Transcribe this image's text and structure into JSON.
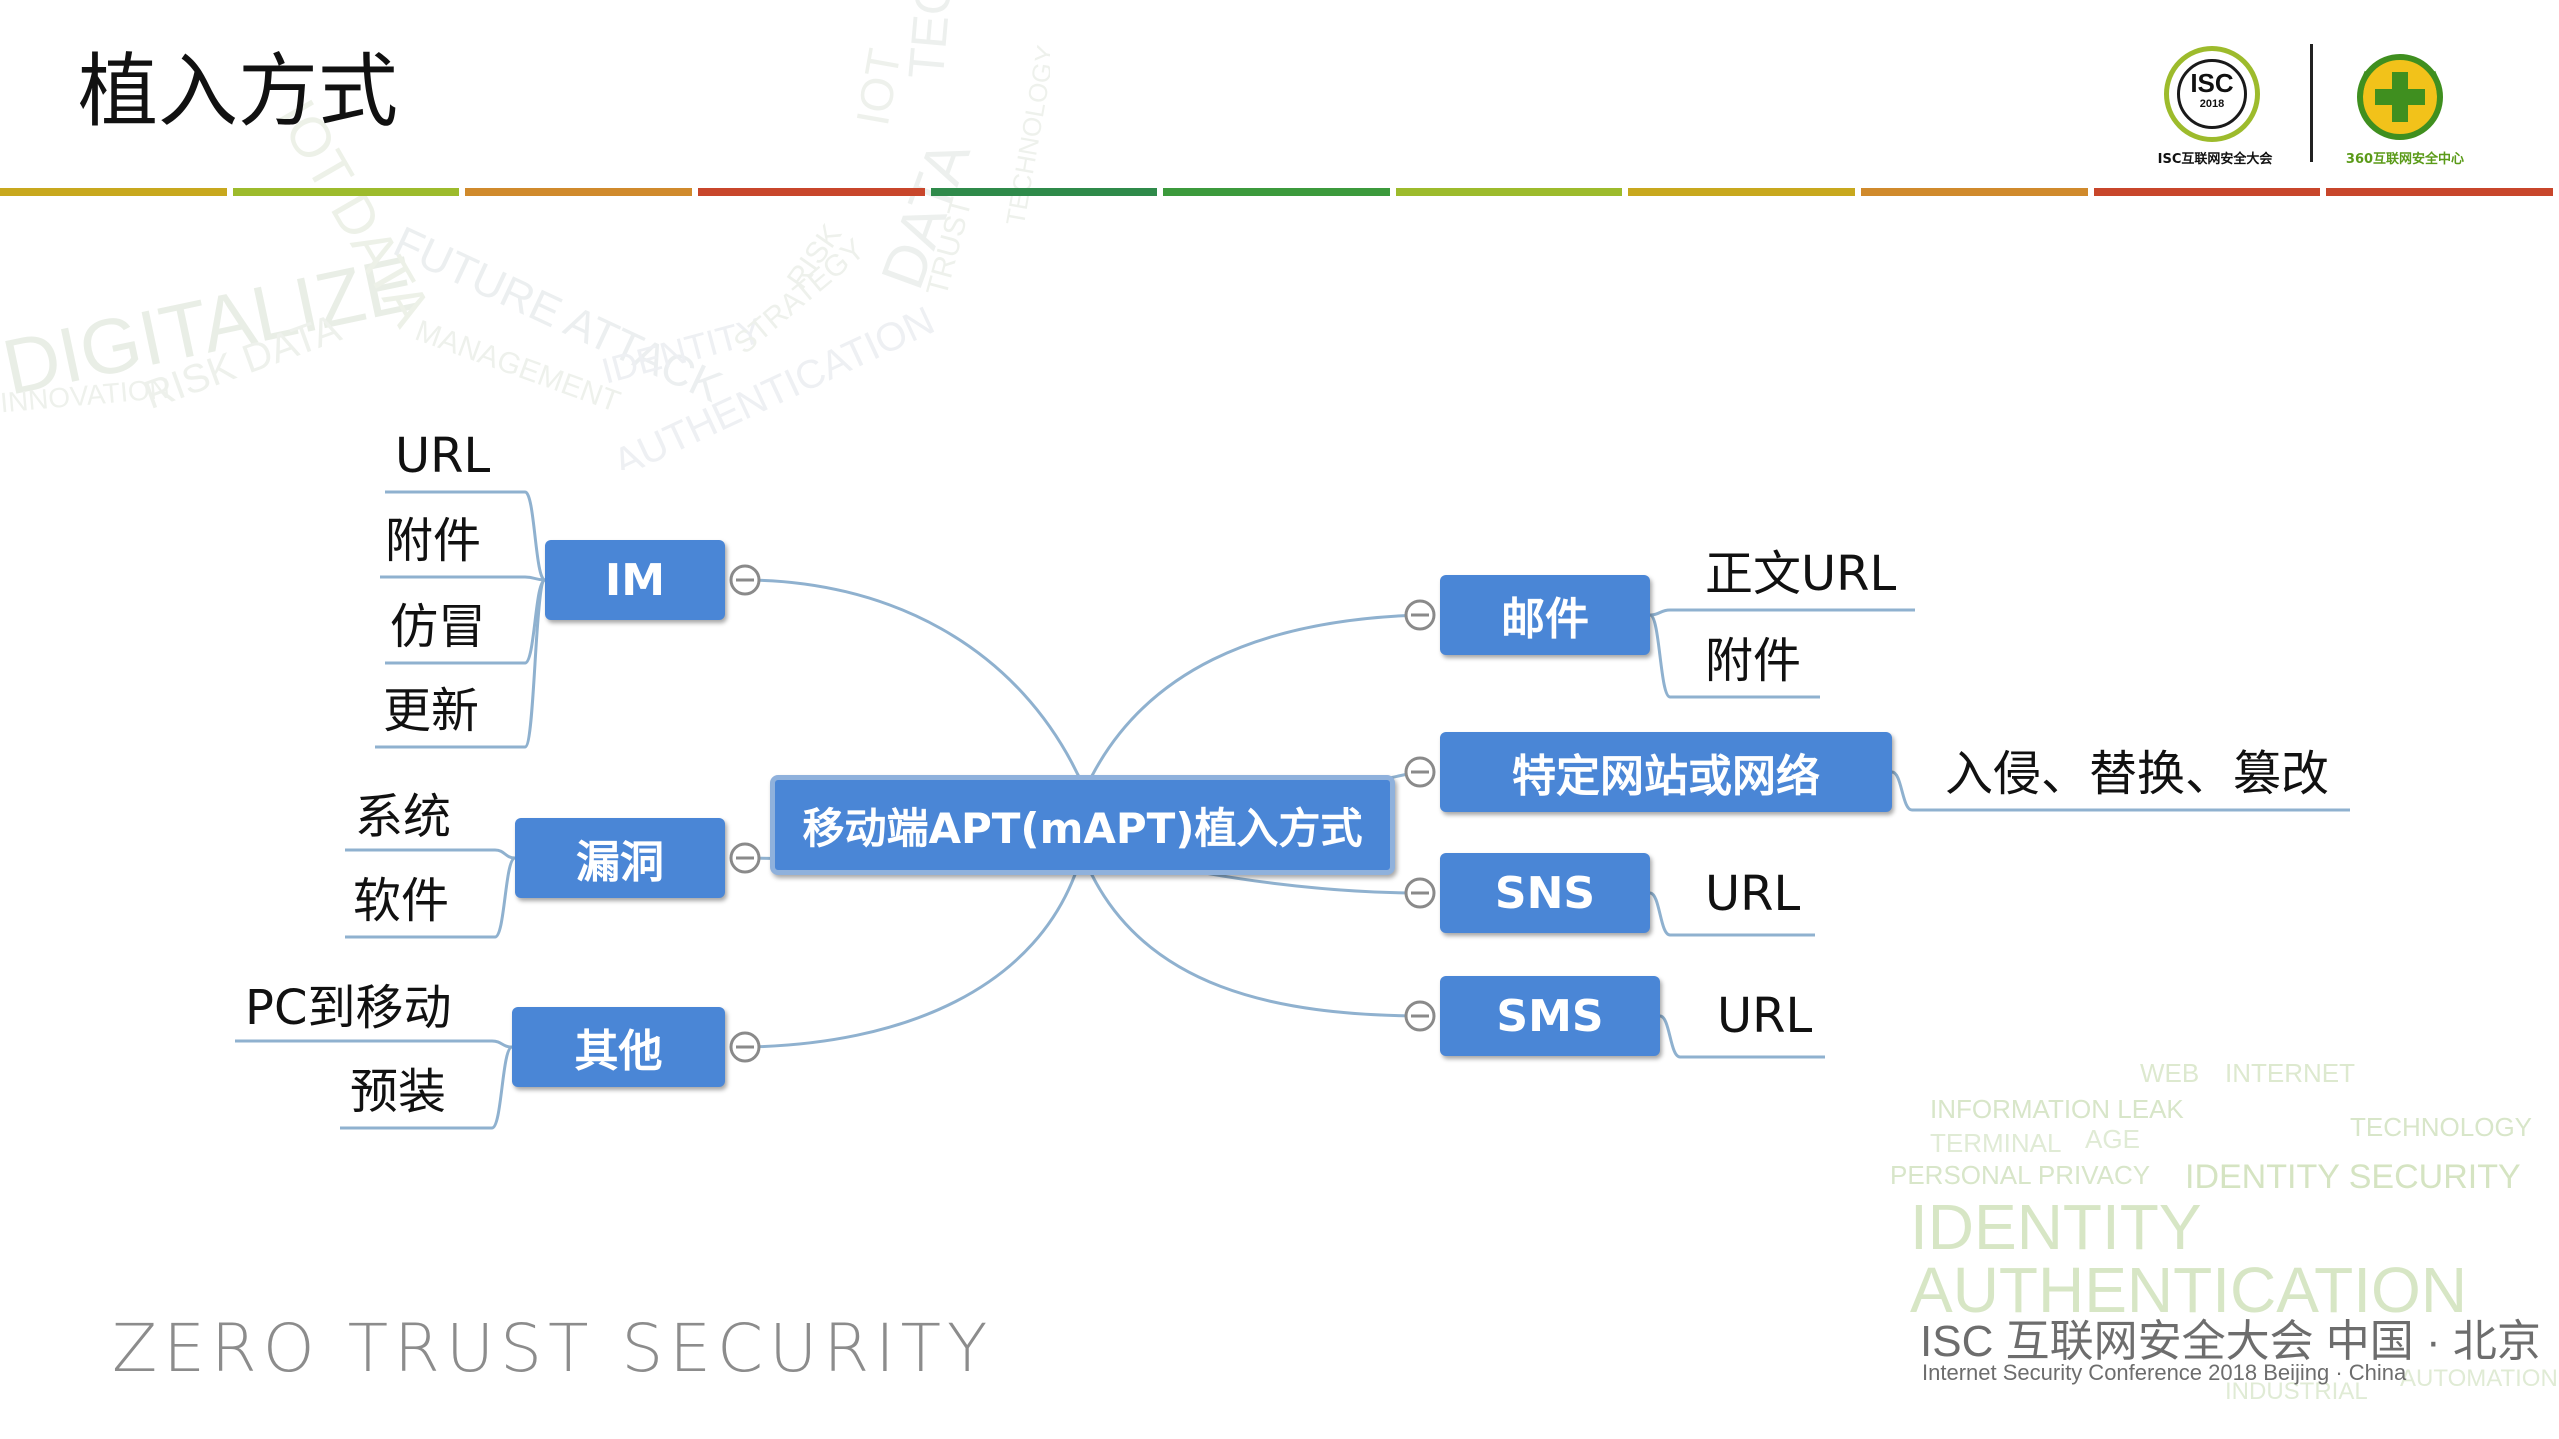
{
  "slide": {
    "title": "植入方式",
    "footer_left": "ZERO TRUST SECURITY",
    "footer_isc": "ISC 互联网安全大会 中国 · 北京",
    "footer_isc_en": "Internet Security Conference 2018  Beijing · China"
  },
  "logos": {
    "isc_text": "ISC",
    "isc_year": "2018",
    "isc_caption": "ISC互联网安全大会",
    "center360_caption": "360互联网安全中心"
  },
  "colors": {
    "node_blue": "#4a86d6",
    "line_blue": "#8fb1cf",
    "bar": [
      "#c8a81e",
      "#9dbb2c",
      "#d08a2c",
      "#c8462b",
      "#2f8a4a",
      "#3c9a3c",
      "#9dbb2c",
      "#c8a81e",
      "#d08a2c",
      "#c8462b",
      "#c8462b"
    ]
  },
  "mindmap": {
    "center": "移动端APT(mAPT)植入方式",
    "left": [
      {
        "label": "IM",
        "leaves": [
          "URL",
          "附件",
          "仿冒",
          "更新"
        ]
      },
      {
        "label": "漏洞",
        "leaves": [
          "系统",
          "软件"
        ]
      },
      {
        "label": "其他",
        "leaves": [
          "PC到移动",
          "预装"
        ]
      }
    ],
    "right": [
      {
        "label": "邮件",
        "leaves": [
          "正文URL",
          "附件"
        ]
      },
      {
        "label": "特定网站或网络",
        "leaves": [
          "入侵、替换、篡改"
        ]
      },
      {
        "label": "SNS",
        "leaves": [
          "URL"
        ]
      },
      {
        "label": "SMS",
        "leaves": [
          "URL"
        ]
      }
    ]
  },
  "wordcloud_br": [
    "WEB",
    "INTERNET",
    "INFORMATION LEAK",
    "TERMINAL",
    "AGE",
    "TECHNOLOGY",
    "PERSONAL PRIVACY",
    "IDENTITY SECURITY",
    "IDENTITY",
    "AUTHENTICATION",
    "INDUSTRIAL",
    "AUTOMATION"
  ],
  "wordcloud_tl": [
    "DIGITALIZE",
    "RISK DATA",
    "FUTURE ATTACK",
    "IDENTITY",
    "AUTHENTICATION",
    "IOT DATA",
    "MANAGEMENT",
    "STRATEGY",
    "DATA",
    "IOT",
    "TEC",
    "INNOVATION",
    "RISK",
    "TRUST",
    "TECHNOLOGY"
  ]
}
